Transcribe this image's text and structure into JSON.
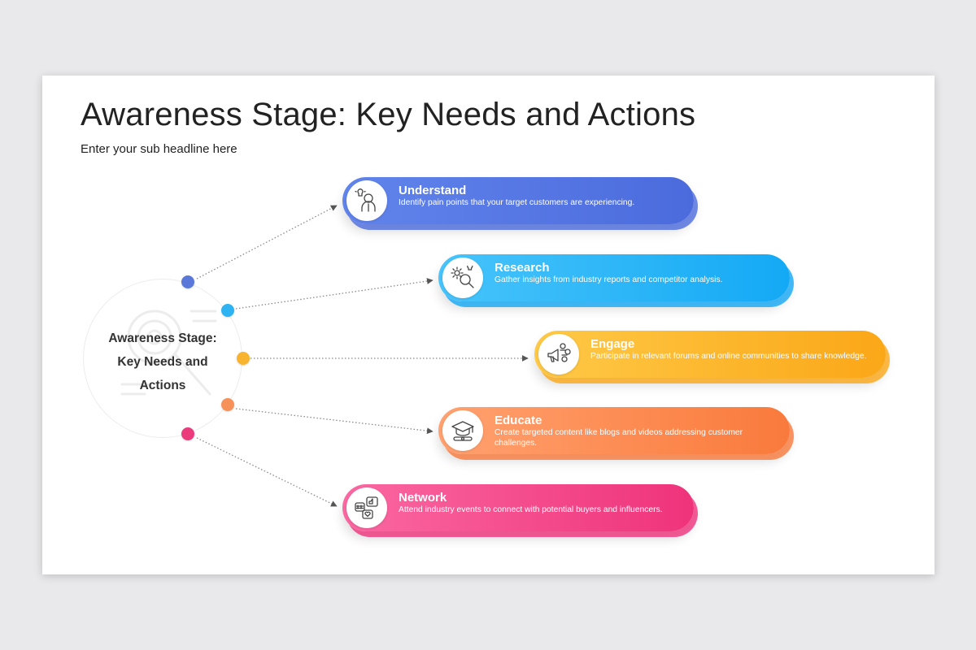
{
  "title": "Awareness Stage: Key Needs and Actions",
  "subtitle": "Enter your sub headline here",
  "hub": {
    "label_lines": [
      "Awareness Stage:",
      "Key Needs and",
      "Actions"
    ]
  },
  "stages": [
    {
      "title": "Understand",
      "description": "Identify pain points that your target customers are experiencing.",
      "icon": "idea-person-icon",
      "color_start": "#6384e6",
      "color_end": "#4d6bd8",
      "dot_color": "#5a78d9"
    },
    {
      "title": "Research",
      "description": "Gather insights from industry reports and competitor analysis.",
      "icon": "gear-search-icon",
      "color_start": "#4cc3f7",
      "color_end": "#1aa8f0",
      "dot_color": "#2db3f2"
    },
    {
      "title": "Engage",
      "description": "Participate in relevant forums and online communities to share knowledge.",
      "icon": "megaphone-community-icon",
      "color_start": "#fcc94d",
      "color_end": "#f7a71f",
      "dot_color": "#f8b42e"
    },
    {
      "title": "Educate",
      "description": "Create targeted content like blogs and videos addressing customer challenges.",
      "icon": "graduation-cap-icon",
      "color_start": "#fda272",
      "color_end": "#f47b40",
      "dot_color": "#f6915a"
    },
    {
      "title": "Network",
      "description": "Attend industry events to connect with potential buyers and influencers.",
      "icon": "social-network-icon",
      "color_start": "#f56aa0",
      "color_end": "#e8357a",
      "dot_color": "#ec3b7c"
    }
  ]
}
